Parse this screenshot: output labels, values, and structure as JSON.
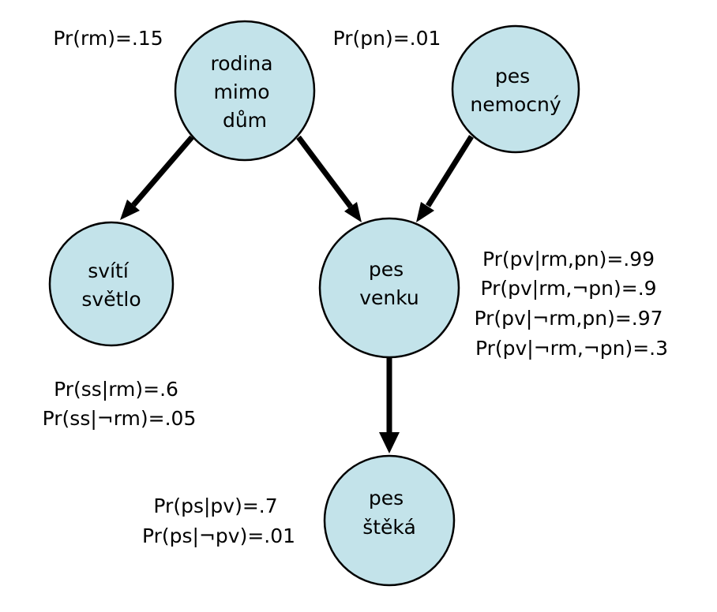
{
  "colors": {
    "node_fill": "#c3e3ea",
    "node_stroke": "#000000",
    "edge": "#000000",
    "text": "#000000"
  },
  "nodes": {
    "rm": {
      "lines": [
        "rodina",
        "mimo",
        "dům"
      ]
    },
    "pn": {
      "lines": [
        "pes",
        "nemocný"
      ]
    },
    "ss": {
      "lines": [
        "svítí",
        "světlo"
      ]
    },
    "pv": {
      "lines": [
        "pes",
        "venku"
      ]
    },
    "ps": {
      "lines": [
        "pes",
        "štěká"
      ]
    }
  },
  "probabilities": {
    "rm": [
      "Pr(rm)=.15"
    ],
    "pn": [
      "Pr(pn)=.01"
    ],
    "ss": [
      "Pr(ss|rm)=.6",
      "Pr(ss|¬rm)=.05"
    ],
    "pv": [
      "Pr(pv|rm,pn)=.99",
      "Pr(pv|rm,¬pn)=.9",
      "Pr(pv|¬rm,pn)=.97",
      "Pr(pv|¬rm,¬pn)=.3"
    ],
    "ps": [
      "Pr(ps|pv)=.7",
      "Pr(ps|¬pv)=.01"
    ]
  },
  "edges": [
    {
      "from": "rm",
      "to": "ss"
    },
    {
      "from": "rm",
      "to": "pv"
    },
    {
      "from": "pn",
      "to": "pv"
    },
    {
      "from": "pv",
      "to": "ps"
    }
  ]
}
